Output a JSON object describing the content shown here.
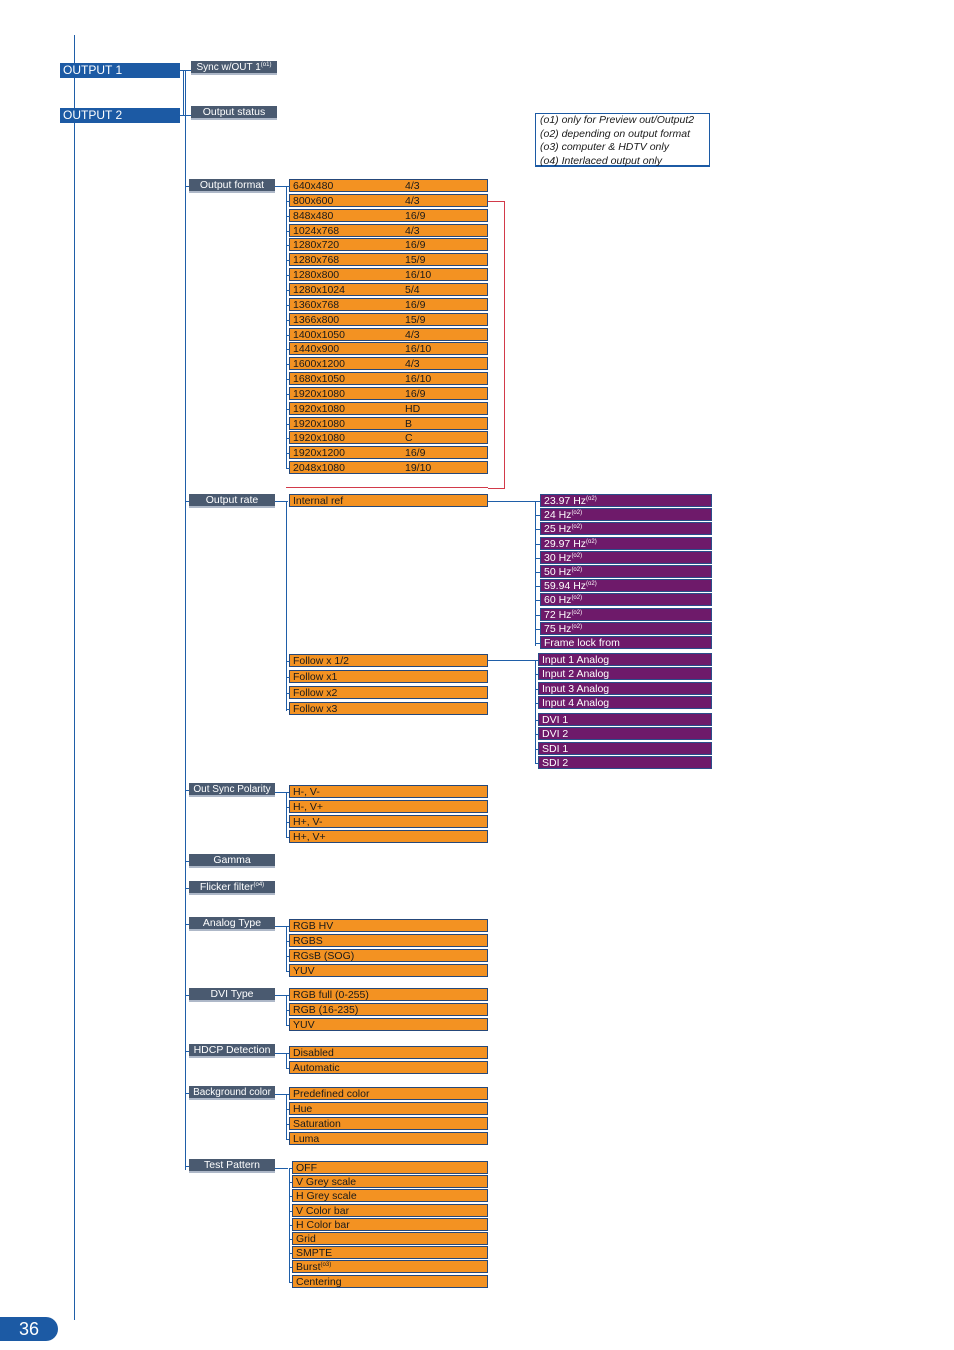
{
  "outputs": [
    "OUTPUT 1",
    "OUTPUT 2"
  ],
  "sync_label": "Sync w/OUT 1",
  "sync_note": "(o1)",
  "output_status": "Output status",
  "notes": [
    "(o1) only for Preview out/Output2",
    "(o2) depending on output format",
    "(o3) computer & HDTV only",
    "(o4) Interlaced output only"
  ],
  "output_format": {
    "label": "Output format",
    "items": [
      {
        "res": "640x480",
        "ratio": "4/3"
      },
      {
        "res": "800x600",
        "ratio": "4/3"
      },
      {
        "res": "848x480",
        "ratio": "16/9"
      },
      {
        "res": "1024x768",
        "ratio": "4/3"
      },
      {
        "res": "1280x720",
        "ratio": "16/9"
      },
      {
        "res": "1280x768",
        "ratio": "15/9"
      },
      {
        "res": "1280x800",
        "ratio": "16/10"
      },
      {
        "res": "1280x1024",
        "ratio": "5/4"
      },
      {
        "res": "1360x768",
        "ratio": "16/9"
      },
      {
        "res": "1366x800",
        "ratio": "15/9"
      },
      {
        "res": "1400x1050",
        "ratio": "4/3"
      },
      {
        "res": "1440x900",
        "ratio": "16/10"
      },
      {
        "res": "1600x1200",
        "ratio": "4/3"
      },
      {
        "res": "1680x1050",
        "ratio": "16/10"
      },
      {
        "res": "1920x1080",
        "ratio": "16/9"
      },
      {
        "res": "1920x1080",
        "ratio": "HD"
      },
      {
        "res": "1920x1080",
        "ratio": "B"
      },
      {
        "res": "1920x1080",
        "ratio": "C"
      },
      {
        "res": "1920x1200",
        "ratio": "16/9"
      },
      {
        "res": "2048x1080",
        "ratio": "19/10"
      }
    ]
  },
  "output_rate": {
    "label": "Output rate",
    "internal_ref": "Internal ref",
    "rates": [
      {
        "label": "23.97 Hz",
        "note": "(o2)"
      },
      {
        "label": "24 Hz",
        "note": "(o2)"
      },
      {
        "label": "25 Hz",
        "note": "(o2)"
      },
      {
        "label": "29.97 Hz",
        "note": "(o2)"
      },
      {
        "label": "30 Hz",
        "note": "(o2)"
      },
      {
        "label": "50 Hz",
        "note": "(o2)"
      },
      {
        "label": "59.94 Hz",
        "note": "(o2)"
      },
      {
        "label": "60 Hz",
        "note": "(o2)"
      },
      {
        "label": "72 Hz",
        "note": "(o2)"
      },
      {
        "label": "75 Hz",
        "note": "(o2)"
      },
      {
        "label": "Frame lock from",
        "note": ""
      }
    ],
    "follow": [
      "Follow x 1/2",
      "Follow x1",
      "Follow x2",
      "Follow x3"
    ],
    "inputs": [
      "Input 1 Analog",
      "Input 2 Analog",
      "Input 3 Analog",
      "Input 4 Analog"
    ],
    "digital_inputs": [
      "DVI 1",
      "DVI 2",
      "SDI 1",
      "SDI 2"
    ]
  },
  "out_sync_polarity": {
    "label": "Out Sync Polarity",
    "items": [
      "H-, V-",
      "H-, V+",
      "H+, V-",
      "H+, V+"
    ]
  },
  "gamma": "Gamma",
  "flicker_filter": {
    "label": "Flicker filter",
    "note": "(o4)"
  },
  "analog_type": {
    "label": "Analog Type",
    "items": [
      "RGB HV",
      "RGBS",
      "RGsB (SOG)",
      "YUV"
    ]
  },
  "dvi_type": {
    "label": "DVI Type",
    "items": [
      "RGB full (0-255)",
      "RGB       (16-235)",
      "YUV"
    ]
  },
  "hdcp_detection": {
    "label": "HDCP Detection",
    "items": [
      "Disabled",
      "Automatic"
    ]
  },
  "background_color": {
    "label": "Background color",
    "items": [
      "Predefined color",
      "Hue",
      "Saturation",
      "Luma"
    ]
  },
  "test_pattern": {
    "label": "Test Pattern",
    "items": [
      {
        "label": "OFF",
        "note": ""
      },
      {
        "label": "V Grey scale",
        "note": ""
      },
      {
        "label": "H Grey scale",
        "note": ""
      },
      {
        "label": "V Color bar",
        "note": ""
      },
      {
        "label": "H Color bar",
        "note": ""
      },
      {
        "label": "Grid",
        "note": ""
      },
      {
        "label": "SMPTE",
        "note": ""
      },
      {
        "label": "Burst",
        "note": "(o3)"
      },
      {
        "label": "Centering",
        "note": ""
      }
    ]
  },
  "page_number": "36",
  "colors": {
    "blue": "#1c5aa4",
    "gray": "#4a5a70",
    "orange": "#f39222",
    "purple": "#6e1a6a",
    "red": "#d23a4a"
  }
}
